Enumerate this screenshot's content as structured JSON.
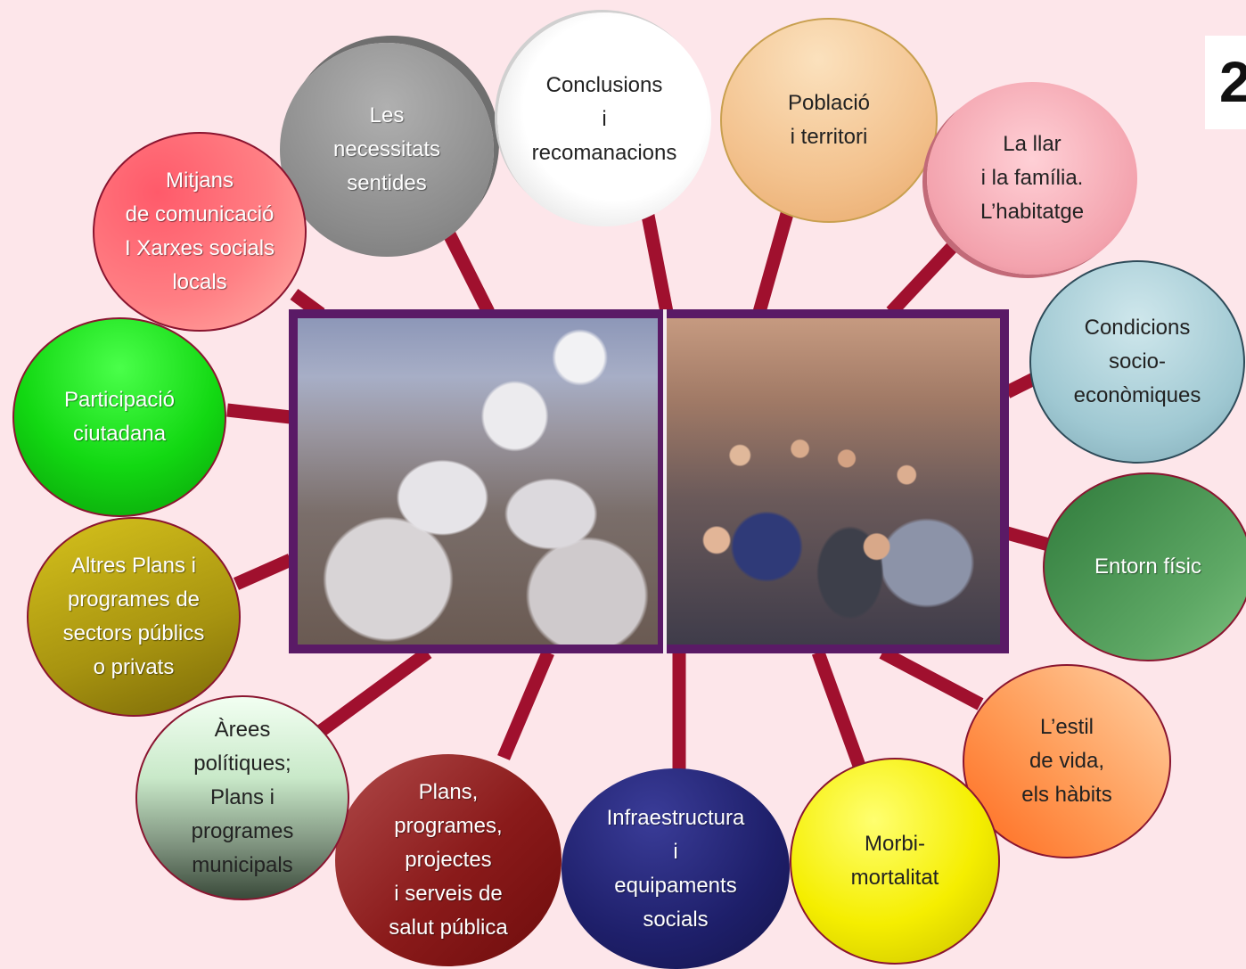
{
  "page_number": "2",
  "nodes": [
    {
      "id": "necessitats",
      "text": "Les\nnecessitats\nsentides"
    },
    {
      "id": "conclusions",
      "text": "Conclusions\ni\nrecomanacions"
    },
    {
      "id": "poblacio",
      "text": "Població\ni territori"
    },
    {
      "id": "llar",
      "text": "La llar\ni la família.\nL’habitatge"
    },
    {
      "id": "condicions",
      "text": "Condicions\nsocio-\neconòmiques"
    },
    {
      "id": "entorn",
      "text": "Entorn físic"
    },
    {
      "id": "estil",
      "text": "L’estil\nde vida,\nels hàbits"
    },
    {
      "id": "morbi",
      "text": "Morbi-\nmortalitat"
    },
    {
      "id": "infraestructura",
      "text": "Infraestructura\ni\nequipaments\nsocials"
    },
    {
      "id": "plans-salut",
      "text": "Plans,\nprogrames,\nprojectes\ni serveis de\nsalut pública"
    },
    {
      "id": "arees",
      "text": "Àrees\npolítiques;\nPlans i\nprogrames\nmunicipals"
    },
    {
      "id": "altres",
      "text": "Altres Plans i\nprogrames de\nsectors públics\no privats"
    },
    {
      "id": "participacio",
      "text": "Participació\nciutadana"
    },
    {
      "id": "mitjans",
      "text": "Mitjans\nde comunicació\nI Xarxes socials\nlocals"
    }
  ]
}
